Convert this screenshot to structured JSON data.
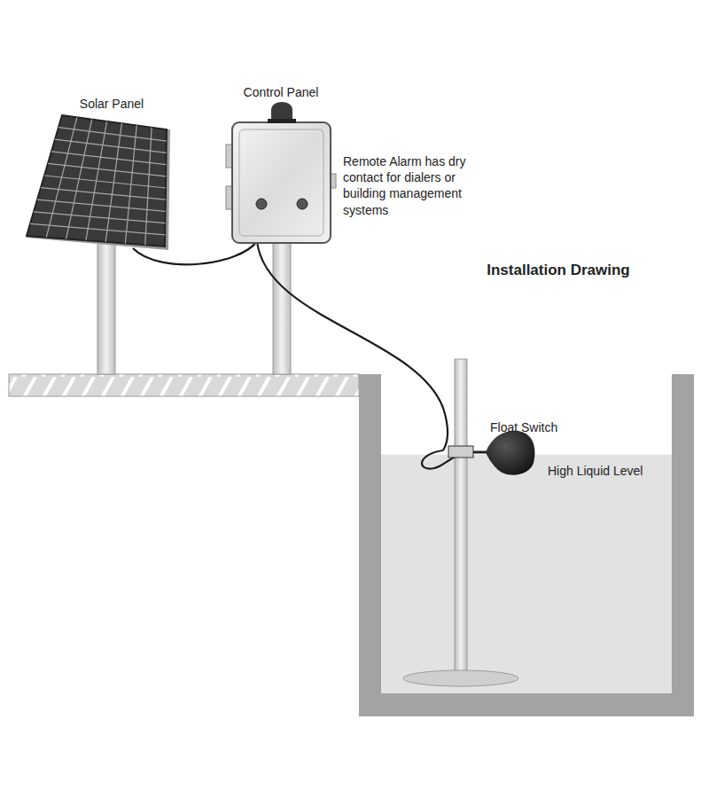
{
  "diagram": {
    "title": "Installation Drawing",
    "labels": [
      "Solar Panel",
      "Control Panel",
      "Remote Alarm has dry contact for dialers or building management systems",
      "Float Switch",
      "High Liquid Level"
    ]
  }
}
